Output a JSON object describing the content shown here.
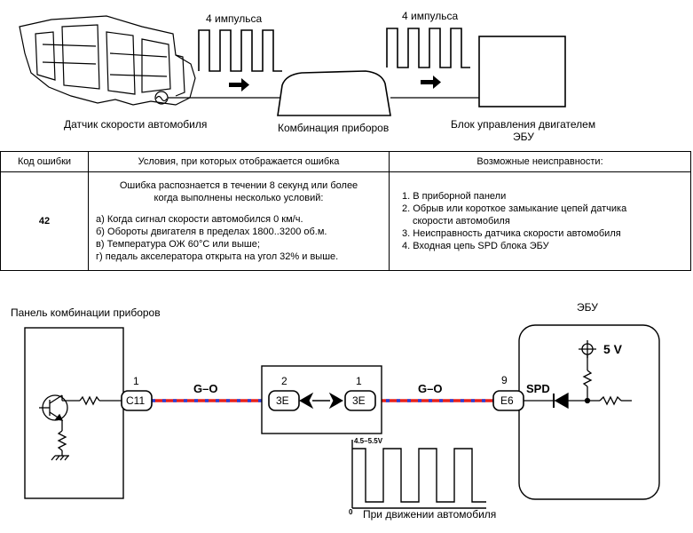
{
  "top": {
    "pulses_left": "4 импульса",
    "pulses_right": "4 импульса",
    "sensor_label": "Датчик скорости автомобиля",
    "cluster_label": "Комбинация приборов",
    "ecu_label_line1": "Блок управления двигателем",
    "ecu_label_line2": "ЭБУ"
  },
  "table": {
    "headers": [
      "Код ошибки",
      "Условия, при которых отображается ошибка",
      "Возможные неисправности:"
    ],
    "code": "42",
    "condition_intro": [
      "Ошибка распознается в течении 8 секунд или более",
      "когда выполнены несколько условий:"
    ],
    "conditions": [
      "а) Когда сигнал скорости автомобился 0 км/ч.",
      "б) Обороты двигателя в пределах 1800..3200 об.м.",
      "в) Температура ОЖ 60°С или выше;",
      "г) педаль акселератора открыта на угол 32% и выше."
    ],
    "causes": [
      "1. В приборной панели",
      "2. Обрыв или короткое замыкание цепей датчика",
      "скорости автомобиля",
      "3. Неисправность датчика скорости автомобиля",
      "4. Входная цепь SPD блока ЭБУ"
    ]
  },
  "circuit": {
    "panel_label": "Панель комбинации приборов",
    "ecu_label": "ЭБУ",
    "pin_c11_num": "1",
    "pin_c11": "C11",
    "wire_left": "G–O",
    "pin_3e_left_num": "2",
    "pin_3e_left": "3E",
    "pin_3e_right_num": "1",
    "pin_3e_right": "3E",
    "wire_right": "G–O",
    "pin_e6_num": "9",
    "pin_e6": "E6",
    "spd": "SPD",
    "voltage": "5 V",
    "wave_level": "4.5–5.5V",
    "wave_zero": "0",
    "wave_caption": "При движении автомобиля",
    "wire_colors": {
      "red": "#e8201a",
      "blue": "#2a3ed8"
    }
  }
}
